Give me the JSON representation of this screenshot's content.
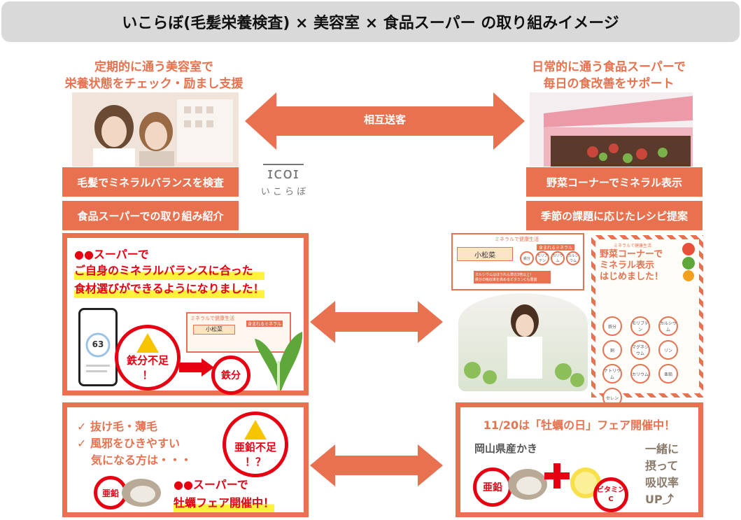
{
  "title": "いこらぼ(毛髪栄養検査) × 美容室 × 食品スーパー の取り組みイメージ",
  "left_header": [
    "定期的に通う美容室で",
    "栄養状態をチェック・励まし支援"
  ],
  "right_header": [
    "日常的に通う食品スーパーで",
    "毎日の食改善をサポート"
  ],
  "center_arrow_label": "相互送客",
  "logo": {
    "mark": "ɪcoɪ",
    "text": "い こ ら ぼ"
  },
  "left_labels": [
    "毛髪でミネラルバランスを検査",
    "食品スーパーでの取り組み紹介"
  ],
  "right_labels": [
    "野菜コーナーでミネラル表示",
    "季節の課題に応じたレシピ提案"
  ],
  "panel_tl": {
    "heading": "●●スーパーで",
    "line1": "ご自身のミネラルバランスに合った",
    "line2": "食材選びができるようになりました！",
    "phone_value": "63",
    "deficit": [
      "鉄分不足",
      "！"
    ],
    "target": "鉄分",
    "card_title": "小松菜",
    "card_badge": "含まれるミネラル",
    "card_header": "ミネラルで健康生活"
  },
  "panel_tr": {
    "card_header": "ミネラルで健康生活",
    "card_title": "小松菜",
    "card_badge": "含まれるミネラル",
    "card_minerals": [
      "鉄分",
      "モリブデン",
      "カリウム",
      "カルシウム"
    ],
    "card_note": [
      "カルシウムはほうれん草の3倍以上！",
      "鉄分の吸収率を高めるビタミンCも豊富"
    ],
    "poster_header": "ミネラルで健康生活",
    "poster_title": [
      "野菜コーナーで",
      "ミネラル表示",
      "はじめました！"
    ],
    "poster_minerals": [
      "鉄分",
      "モリブデン",
      "カルシウム",
      "銅",
      "マグネシウム",
      "リン",
      "ナトリウム",
      "カリウム",
      "亜鉛",
      "セレン"
    ]
  },
  "panel_bl": {
    "checks": [
      "抜け毛・薄毛",
      "風邪をひきやすい"
    ],
    "check_tail": "気になる方は・・・",
    "deficit": [
      "亜鉛不足",
      "！？"
    ],
    "mineral": "亜鉛",
    "line1": "●●スーパーで",
    "line2": "牡蠣フェア開催中！"
  },
  "panel_br": {
    "heading": "11/20は「牡蠣の日」フェア開催中！",
    "product": "岡山県産かき",
    "mineral": "亜鉛",
    "vitamin": [
      "ビタミン",
      "C"
    ],
    "side": [
      "一緒に",
      "摂って",
      "吸収率",
      "UP⤴"
    ]
  },
  "colors": {
    "accent": "#e8724f",
    "red": "#e60012",
    "yellow": "#fff23a"
  }
}
